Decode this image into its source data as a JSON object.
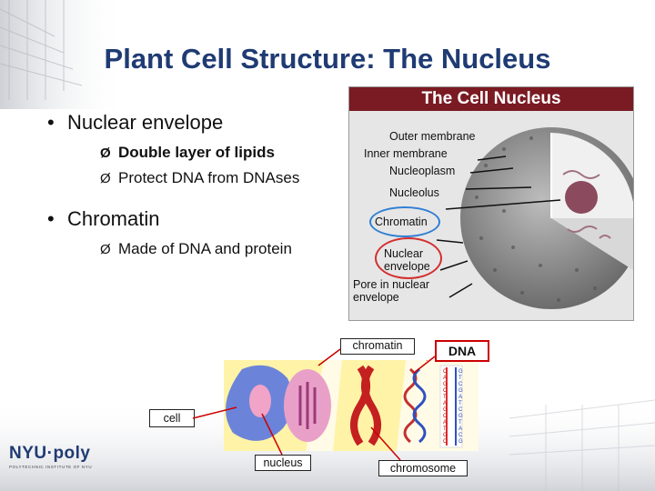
{
  "slide": {
    "title": "Plant Cell Structure: The Nucleus",
    "bullets": [
      {
        "label": "Nuclear envelope",
        "subs": [
          {
            "text": "Double layer of lipids",
            "bold": true
          },
          {
            "text": "Protect DNA from DNAses",
            "bold": false
          }
        ]
      },
      {
        "label": "Chromatin",
        "subs": [
          {
            "text": "Made of DNA and protein",
            "bold": false
          }
        ]
      }
    ]
  },
  "nucleus_figure": {
    "title": "The Cell Nucleus",
    "labels": {
      "outer_membrane": "Outer membrane",
      "inner_membrane": "Inner membrane",
      "nucleoplasm": "Nucleoplasm",
      "nucleolus": "Nucleolus",
      "chromatin": "Chromatin",
      "nuclear_envelope_1": "Nuclear",
      "nuclear_envelope_2": "envelope",
      "pore_1": "Pore in nuclear",
      "pore_2": "envelope"
    }
  },
  "dna_figure": {
    "labels": {
      "chromatin": "chromatin",
      "dna": "DNA",
      "cell": "cell",
      "nucleus": "nucleus",
      "chromosome": "chromosome"
    },
    "bases": [
      "C-G",
      "A-T",
      "G-C",
      "C-G",
      "T-A",
      "A-T",
      "G-C",
      "C-G",
      "A-T",
      "T-A",
      "G-C",
      "C-G"
    ]
  },
  "logo": {
    "text": "NYU·poly",
    "subtitle": "POLYTECHNIC INSTITUTE OF NYU"
  },
  "colors": {
    "title": "#1f3b73",
    "figure_header": "#7a1a22",
    "highlight_blue": "#2f7fd4",
    "highlight_red": "#d42f2f"
  }
}
